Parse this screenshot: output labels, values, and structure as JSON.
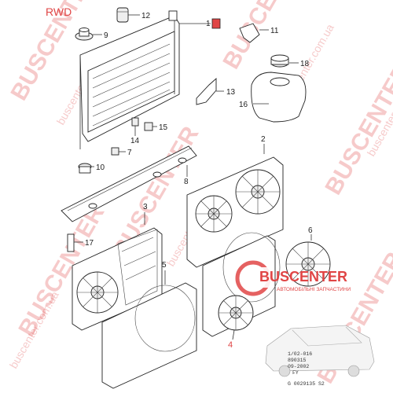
{
  "variant": "RWD",
  "callouts": {
    "c1": "1",
    "c2": "2",
    "c3": "3",
    "c4": "4",
    "c5": "5",
    "c6": "6",
    "c7": "7",
    "c8": "8",
    "c9": "9",
    "c10": "10",
    "c11": "11",
    "c12": "12",
    "c13": "13",
    "c14": "14",
    "c15": "15",
    "c16": "16",
    "c17": "17",
    "c18": "18"
  },
  "watermark": {
    "brand": "BUSCENTER",
    "site": "buscenter.com.ua",
    "logo_brand": "BUSCENTER",
    "logo_tagline": "АВТОМОБІЛЬНІ ЗАПЧАСТИНИ",
    "accent": "#e04545"
  },
  "drawing_code": [
    "1/02-016",
    "890315",
    "09-2002",
    "FY",
    "G 0029135 S2"
  ]
}
